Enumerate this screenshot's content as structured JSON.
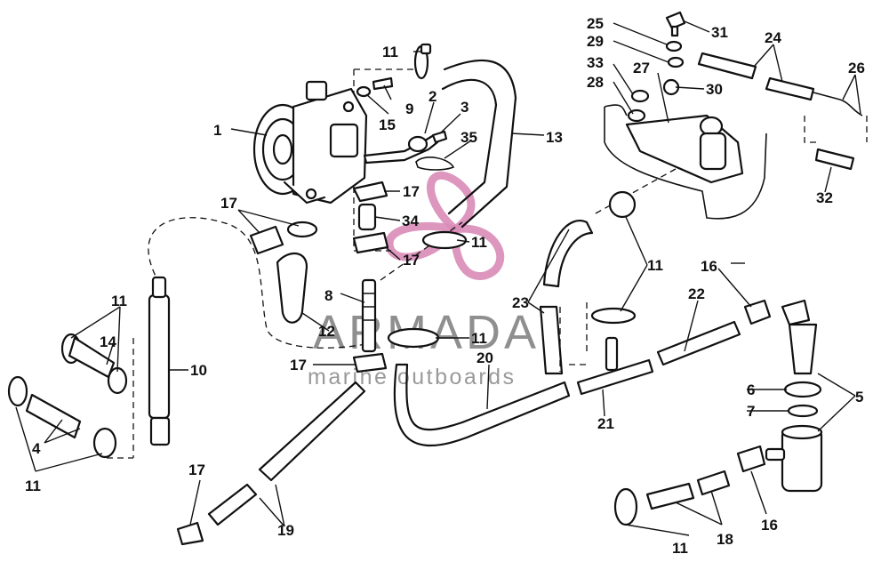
{
  "watermark": {
    "brand": "ARMADA",
    "tagline": "marine outboards",
    "logo_color": "#d98cb8",
    "text_color": "#8f8f8f"
  },
  "callouts": {
    "c1": "1",
    "c2": "2",
    "c3": "3",
    "c4": "4",
    "c5": "5",
    "c6": "6",
    "c7": "7",
    "c8": "8",
    "c9": "9",
    "c10": "10",
    "c11": "11",
    "c12": "12",
    "c13": "13",
    "c14": "14",
    "c15": "15",
    "c16": "16",
    "c17": "17",
    "c18": "18",
    "c19": "19",
    "c20": "20",
    "c21": "21",
    "c22": "22",
    "c23": "23",
    "c24": "24",
    "c25": "25",
    "c26": "26",
    "c27": "27",
    "c28": "28",
    "c29": "29",
    "c30": "30",
    "c31": "31",
    "c32": "32",
    "c33": "33",
    "c34": "34",
    "c35": "35"
  },
  "icons": [
    "fuel-pump-icon",
    "fuel-filter-icon",
    "hose-clamp-icon",
    "propeller-logo-icon"
  ]
}
